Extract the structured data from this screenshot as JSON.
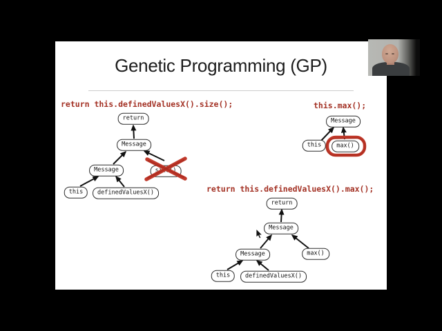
{
  "title": "Genetic Programming (GP)",
  "code_snippets": {
    "left": "return this.definedValuesX().size();",
    "right": "this.max();",
    "bottom": "return this.definedValuesX().max();"
  },
  "tree_left": {
    "return_node": "return",
    "message_upper": "Message",
    "message_lower": "Message",
    "size_node": "size()",
    "this_node": "this",
    "defined_values_node": "definedValuesX()"
  },
  "tree_right": {
    "message_node": "Message",
    "this_node": "this",
    "max_node": "max()"
  },
  "tree_bottom": {
    "return_node": "return",
    "message_upper": "Message",
    "message_lower": "Message",
    "max_node": "max()",
    "this_node": "this",
    "defined_values_node": "definedValuesX()"
  },
  "annotations": {
    "crossed_out_node": "size()",
    "highlighted_node": "max()"
  },
  "colors": {
    "page_background": "#000000",
    "slide_background": "#ffffff",
    "code_text": "#a33124",
    "annotation_red": "#c0392b",
    "tree_ink": "#111111"
  }
}
